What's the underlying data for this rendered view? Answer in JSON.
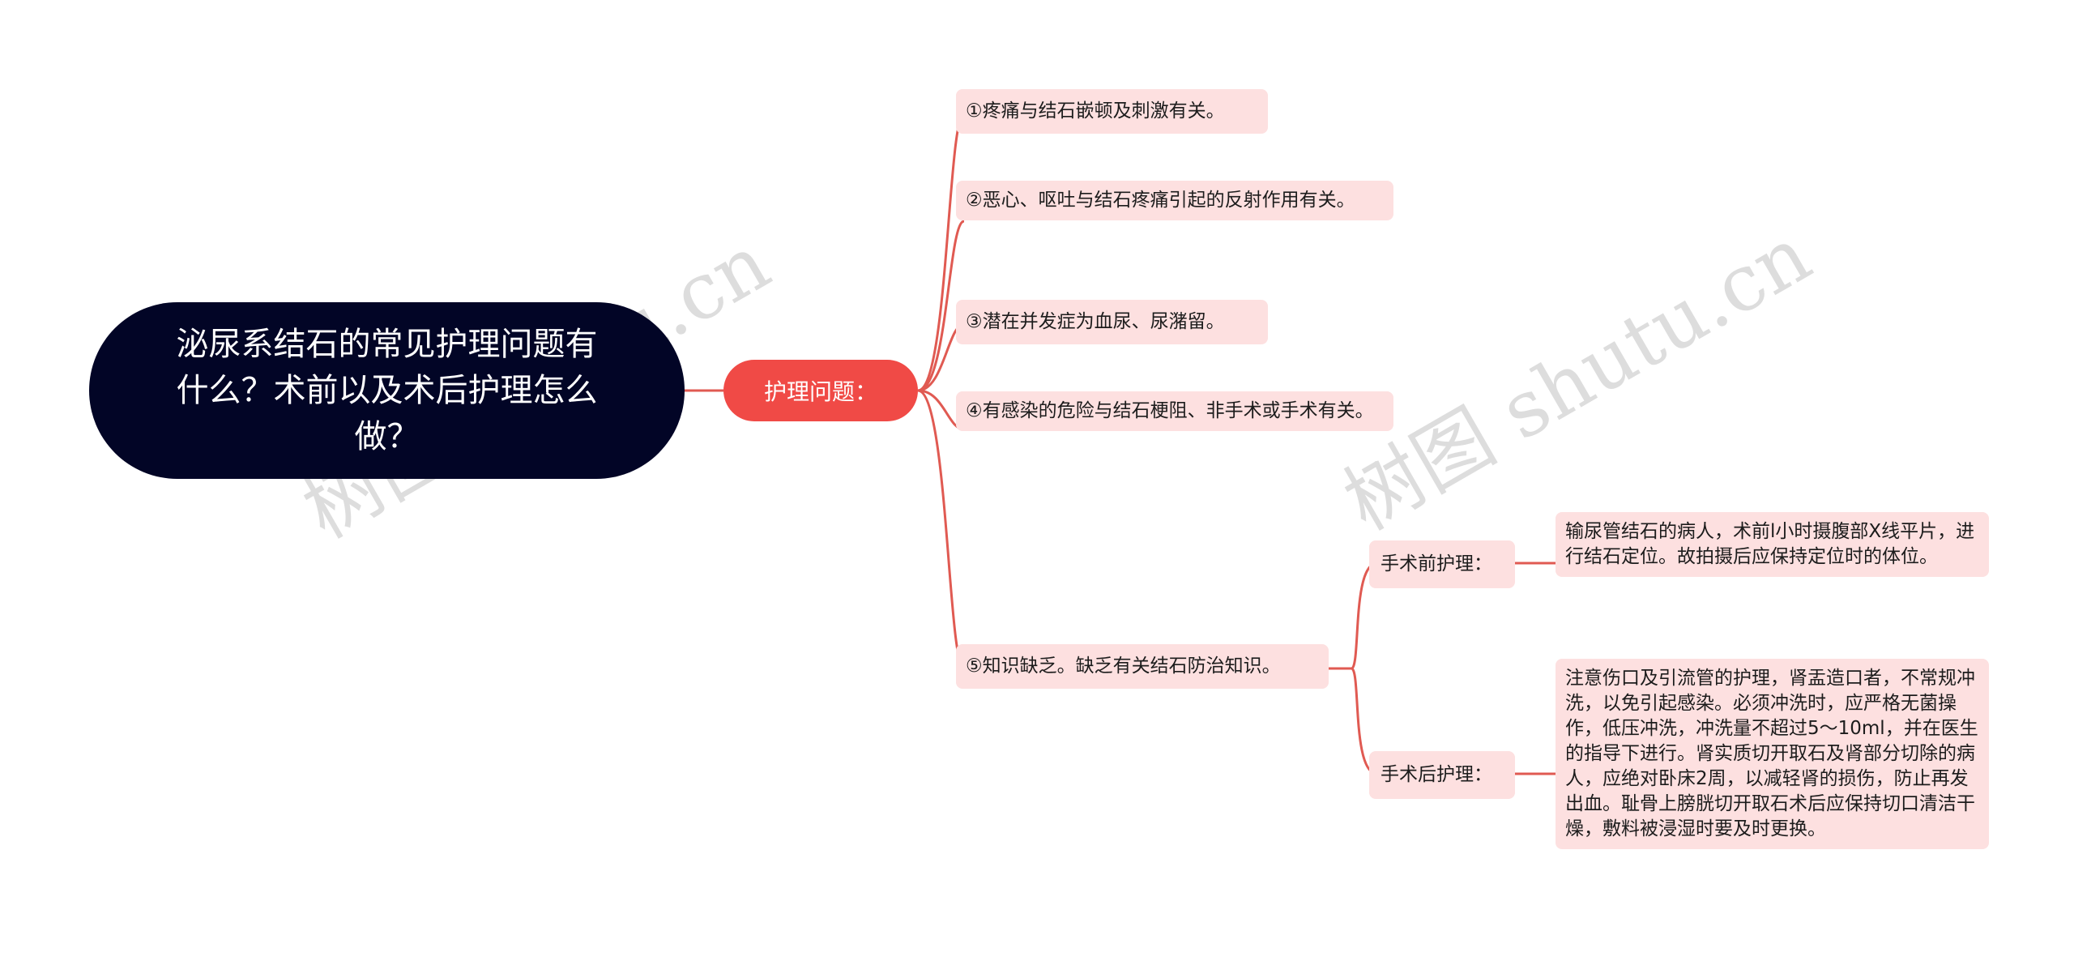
{
  "root": {
    "label": "泌尿系结石的常见护理问题有什么？术前以及术后护理怎么做？"
  },
  "hub": {
    "label": "护理问题："
  },
  "problems": [
    "①疼痛与结石嵌顿及刺激有关。",
    "②恶心、呕吐与结石疼痛引起的反射作用有关。",
    "③潜在并发症为血尿、尿潴留。",
    "④有感染的危险与结石梗阻、非手术或手术有关。",
    "⑤知识缺乏。缺乏有关结石防治知识。"
  ],
  "preop": {
    "label": "手术前护理：",
    "detail": "输尿管结石的病人，术前l小时摄腹部X线平片，进行结石定位。故拍摄后应保持定位时的体位。"
  },
  "postop": {
    "label": "手术后护理：",
    "detail": "注意伤口及引流管的护理，肾盂造口者，不常规冲洗，以免引起感染。必须冲洗时，应严格无菌操作，低压冲洗，冲洗量不超过5～10ml，并在医生的指导下进行。肾实质切开取石及肾部分切除的病人，应绝对卧床2周，以减轻肾的损伤，防止再发出血。耻骨上膀胱切开取石术后应保持切口清洁干燥，敷料被浸湿时要及时更换。"
  },
  "watermark": "树图 shutu.cn",
  "colors": {
    "root_bg": "#020526",
    "hub_bg": "#f04a46",
    "leaf_bg": "#fde0e0",
    "link": "#e05a52"
  }
}
